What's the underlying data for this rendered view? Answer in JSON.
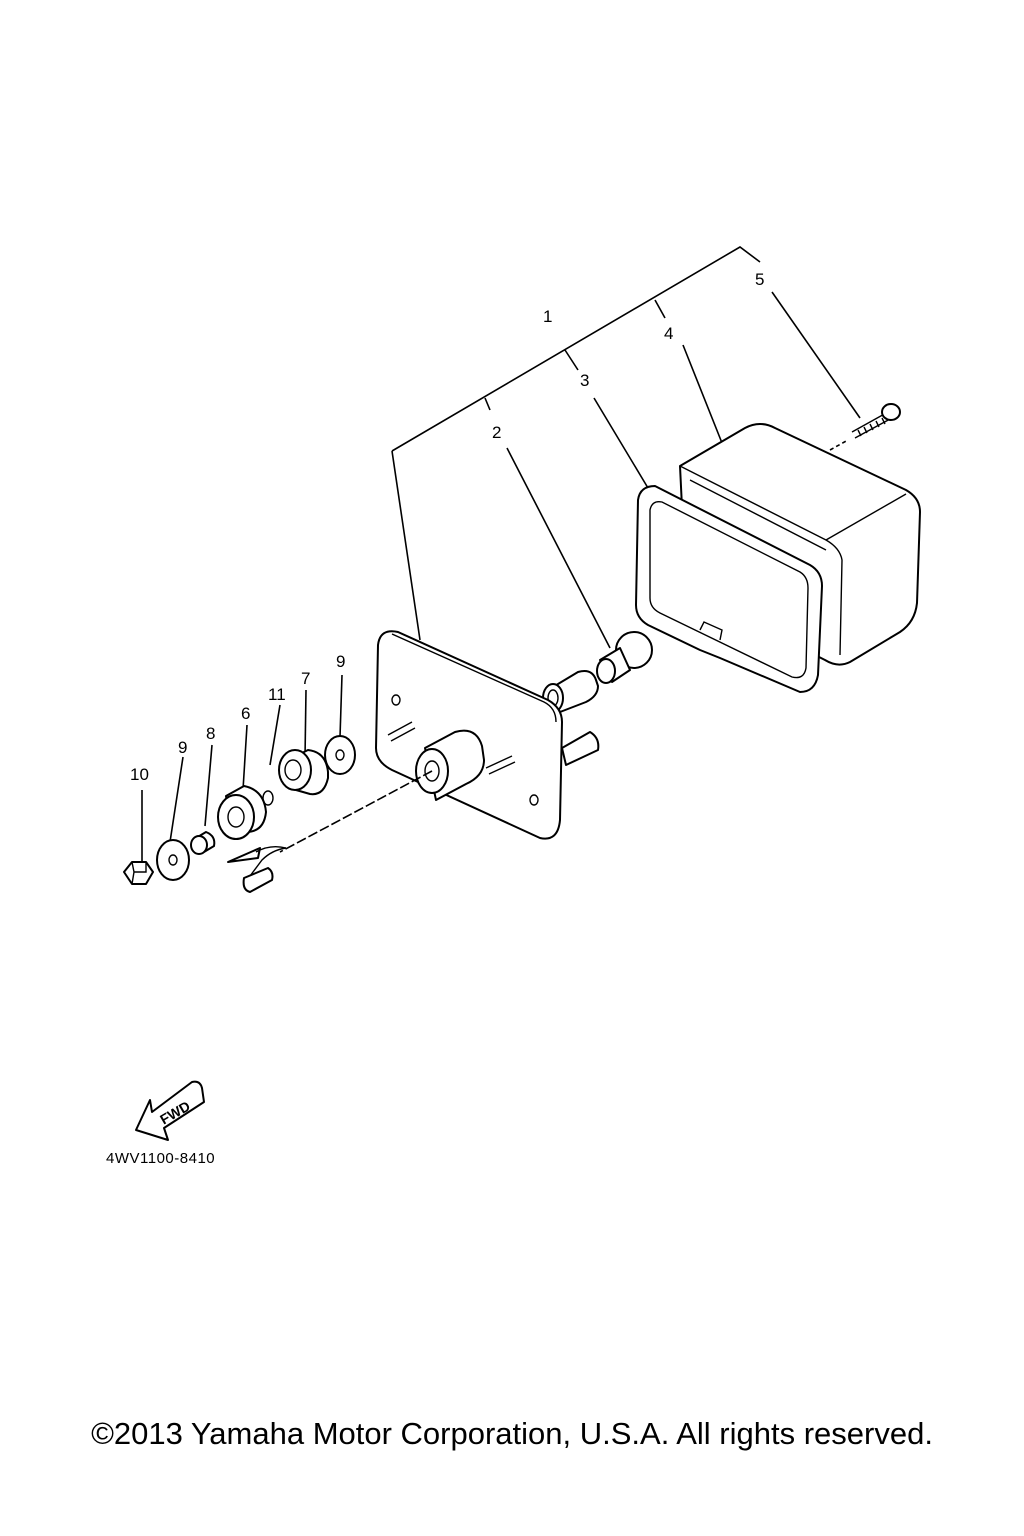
{
  "callouts": {
    "c1": "1",
    "c2": "2",
    "c3": "3",
    "c4": "4",
    "c5": "5",
    "c6": "6",
    "c7": "7",
    "c8": "8",
    "c9a": "9",
    "c9b": "9",
    "c10": "10",
    "c11": "11"
  },
  "fwd_arrow": {
    "label": "FWD"
  },
  "diagram_code": "4WV1100-8410",
  "copyright": "©2013 Yamaha Motor Corporation, U.S.A. All rights reserved."
}
